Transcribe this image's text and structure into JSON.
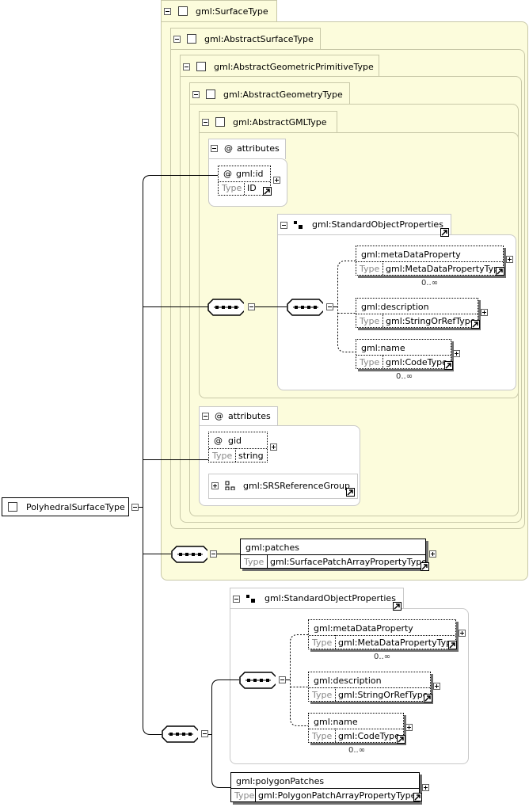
{
  "root": {
    "name": "PolyhedralSurfaceType"
  },
  "inheritance": [
    {
      "label": "gml:SurfaceType"
    },
    {
      "label": "gml:AbstractSurfaceType"
    },
    {
      "label": "gml:AbstractGeometricPrimitiveType"
    },
    {
      "label": "gml:AbstractGeometryType"
    },
    {
      "label": "gml:AbstractGMLType"
    }
  ],
  "gml_attributes": {
    "label": "attributes",
    "attr": {
      "name": "gml:id",
      "type_key": "Type",
      "type": "ID"
    }
  },
  "std_props_1": {
    "label": "gml:StandardObjectProperties",
    "elements": [
      {
        "name": "gml:metaDataProperty",
        "type_key": "Type",
        "type": "gml:MetaDataPropertyType",
        "occurs": "0..∞"
      },
      {
        "name": "gml:description",
        "type_key": "Type",
        "type": "gml:StringOrRefType"
      },
      {
        "name": "gml:name",
        "type_key": "Type",
        "type": "gml:CodeType",
        "occurs": "0..∞"
      }
    ]
  },
  "geom_attributes": {
    "label": "attributes",
    "attr": {
      "name": "gid",
      "type_key": "Type",
      "type": "string"
    },
    "group": "gml:SRSReferenceGroup"
  },
  "patches": {
    "name": "gml:patches",
    "type_key": "Type",
    "type": "gml:SurfacePatchArrayPropertyType"
  },
  "std_props_2": {
    "label": "gml:StandardObjectProperties",
    "elements": [
      {
        "name": "gml:metaDataProperty",
        "type_key": "Type",
        "type": "gml:MetaDataPropertyType",
        "occurs": "0..∞"
      },
      {
        "name": "gml:description",
        "type_key": "Type",
        "type": "gml:StringOrRefType"
      },
      {
        "name": "gml:name",
        "type_key": "Type",
        "type": "gml:CodeType",
        "occurs": "0..∞"
      }
    ]
  },
  "polygon_patches": {
    "name": "gml:polygonPatches",
    "type_key": "Type",
    "type": "gml:PolygonPatchArrayPropertyType"
  },
  "symbols": {
    "attr_marker": "@"
  },
  "colors": {
    "panel": "#fcfcdc",
    "panel_border": "#c8c8a8"
  }
}
